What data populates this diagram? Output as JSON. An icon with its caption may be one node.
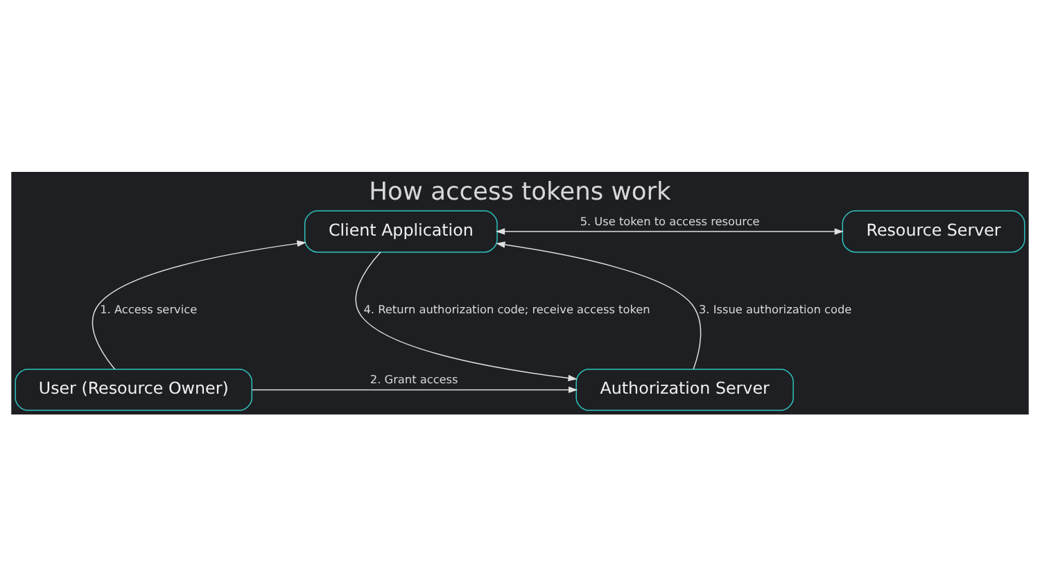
{
  "diagram": {
    "title": "How access tokens work",
    "nodes": [
      {
        "text": [
          "Client Application"
        ]
      },
      {
        "text": [
          "Resource Server"
        ]
      },
      {
        "text": [
          "User (Resource Owner)"
        ]
      },
      {
        "text": [
          "Authorization Server"
        ]
      }
    ],
    "edges": [
      {
        "from": 2,
        "to": 0,
        "arrow": "to",
        "label": "1. Access service"
      },
      {
        "from": 2,
        "to": 3,
        "arrow": "to",
        "label": "2. Grant access"
      },
      {
        "from": 3,
        "to": 0,
        "arrow": "to",
        "label": "3. Issue authorization code"
      },
      {
        "from": 0,
        "to": 3,
        "arrow": "to",
        "label": "4. Return authorization code; receive access token"
      },
      {
        "from": 0,
        "to": 1,
        "arrow": "both",
        "label": "5. Use token to access resource"
      }
    ]
  }
}
